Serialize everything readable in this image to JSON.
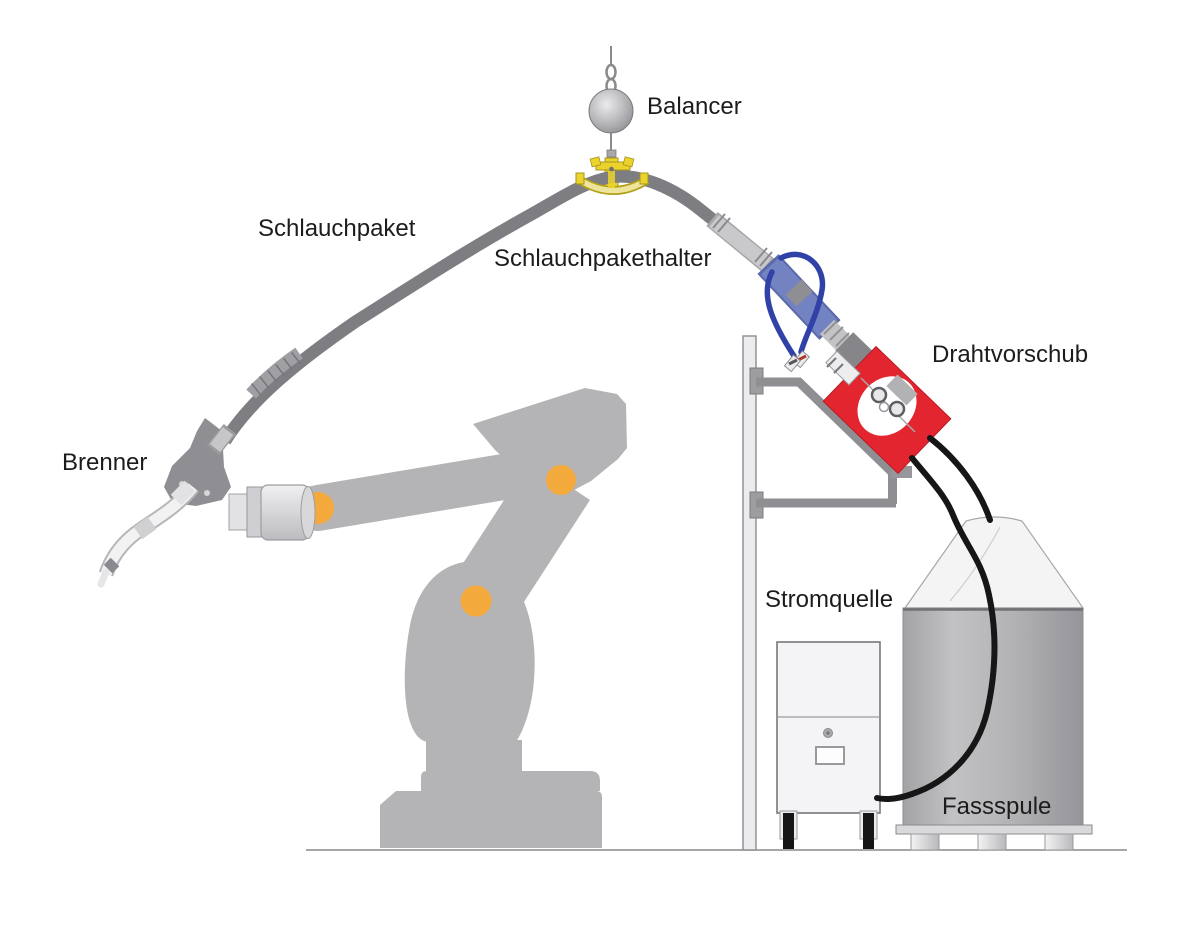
{
  "diagram": {
    "type": "welding-robot-system-schematic",
    "labels": {
      "balancer": "Balancer",
      "schlauchpaket": "Schlauchpaket",
      "schlauchpakethalter": "Schlauchpakethalter",
      "drahtvorschub": "Drahtvorschub",
      "brenner": "Brenner",
      "stromquelle": "Stromquelle",
      "fassspule": "Fassspule"
    }
  },
  "colors": {
    "robot-gray": "#b4b4b6",
    "joint-orange": "#f4a93c",
    "hose-gray": "#7d7d82",
    "feeder-red": "#e3252f",
    "connector-blue": "#7383c1",
    "cable-blue": "#3042a8",
    "holder-yellow": "#ecd32b",
    "cable-black": "#161616",
    "metal-light": "#c9c9cc",
    "metal-dark": "#8f8f93",
    "cabinet-white": "#f4f4f6",
    "drum-gray": "#b4b4b6",
    "ground": "#8a8a8e",
    "text": "#1c1c1c"
  }
}
